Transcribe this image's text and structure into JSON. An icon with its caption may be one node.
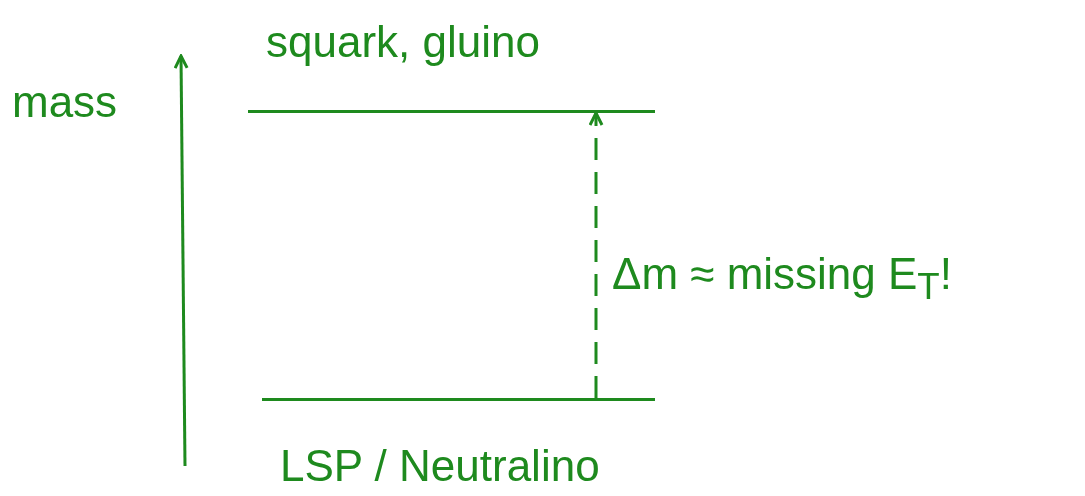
{
  "diagram": {
    "nodes": [
      {
        "text": [
          "squark, gluino"
        ]
      },
      {
        "text": [
          "LSP / Neutralino"
        ]
      }
    ],
    "edges": [
      {
        "from": 1,
        "to": 0,
        "arrow": "to",
        "style": "dashed",
        "label": "Δm ≈ missing E$_{T}$!"
      }
    ],
    "labels": [
      "mass"
    ]
  }
}
